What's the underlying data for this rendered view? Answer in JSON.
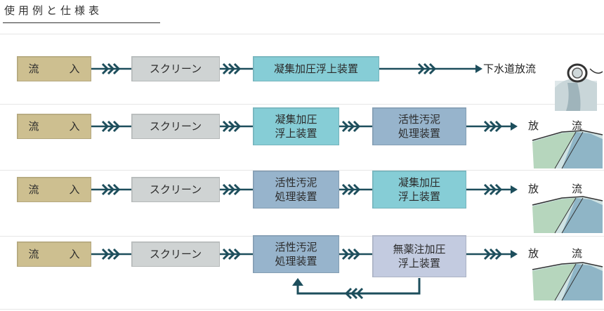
{
  "title": "使用例と仕様表",
  "labels": {
    "inflow": "流　入",
    "screen": "スクリーン",
    "daf_inline": "凝集加圧浮上装置",
    "daf_wrapped": "凝集加圧\n浮上装置",
    "sludge": "活性汚泥\n処理装置",
    "nochem": "無薬注加圧\n浮上装置",
    "out_sewer": "下水道放流",
    "out_discharge": "放　流"
  },
  "colors": {
    "inflow": "#cdbf90",
    "screen": "#cfd3d3",
    "daf": "#86cdd6",
    "sludge": "#97b4cc",
    "nochem": "#c3cbe0",
    "arrow": "#1d4e5c"
  }
}
